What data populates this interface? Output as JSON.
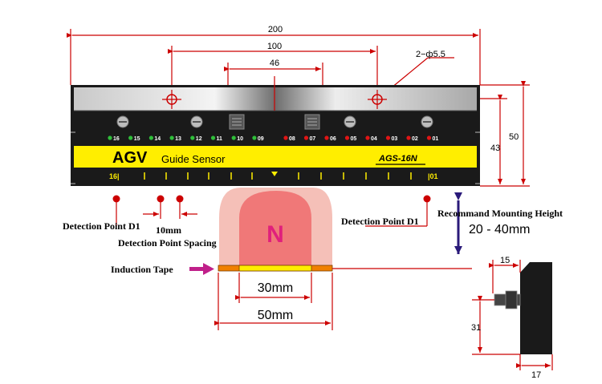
{
  "colors": {
    "dimension": "#cc0000",
    "sensor_body": "#1a1a1a",
    "yellow_band": "#ffee00",
    "magnet_outer": "#f5c0b8",
    "magnet_inner": "#f07878",
    "magnet_letter": "#e0207c",
    "tape": "#f08000",
    "height_arrow": "#2a1a7a",
    "arrow_pink": "#c0208a",
    "led_green": "#2fbf3a",
    "led_red": "#e01515"
  },
  "dimensions": {
    "total_length": "200",
    "hole_spacing": "100",
    "center_width": "46",
    "hole_spec": "2−ф5.5",
    "height_outer": "50",
    "height_inner": "43",
    "point_spacing": "10mm",
    "inner_tape_width": "30mm",
    "outer_tape_width": "50mm",
    "bracket_width": "15",
    "bracket_height": "31",
    "bracket_depth": "17"
  },
  "sensor": {
    "brand": "AGV",
    "name": "Guide Sensor",
    "model": "AGS-16N",
    "left_marker": "16|",
    "right_marker": "|01",
    "leds_green": [
      "16",
      "15",
      "14",
      "13",
      "12",
      "11",
      "10",
      "09"
    ],
    "leds_red": [
      "08",
      "07",
      "06",
      "05",
      "04",
      "03",
      "02",
      "01"
    ]
  },
  "magnet": {
    "pole": "N"
  },
  "labels": {
    "detection_point_left": "Detection Point D1",
    "detection_point_right": "Detection Point D1",
    "point_spacing": "Detection Point Spacing",
    "induction_tape": "Induction Tape",
    "mounting_height_title": "Recommand Mounting Height",
    "mounting_height_value": "20 - 40mm"
  }
}
